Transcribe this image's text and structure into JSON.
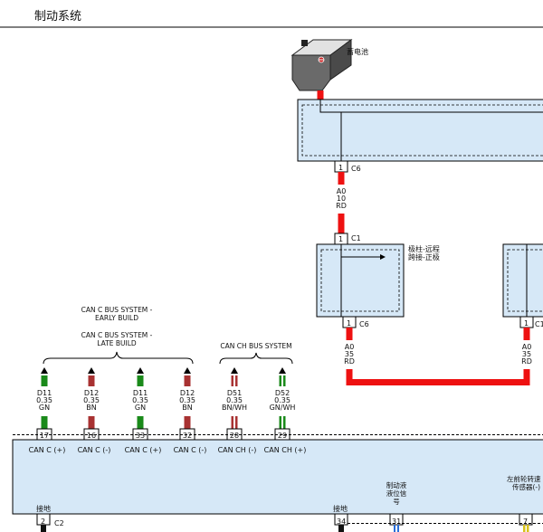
{
  "header": {
    "title": "制动系统"
  },
  "battery": {
    "label": "蓄电池"
  },
  "fuse_box": {
    "connector_top": {
      "pin": "1",
      "name": "C6"
    },
    "wire": {
      "circuit": "A0",
      "size": "10",
      "color": "RD"
    }
  },
  "module_a": {
    "connector_in": {
      "pin": "1",
      "name": "C1"
    },
    "label_line1": "极柱-远程",
    "label_line2": "跨接-正极",
    "connector_out": {
      "pin": "1",
      "name": "C6"
    },
    "wire": {
      "circuit": "A0",
      "size": "35",
      "color": "RD"
    }
  },
  "module_b": {
    "connector_out": {
      "pin": "1",
      "name": "C1"
    },
    "wire": {
      "circuit": "A0",
      "size": "35",
      "color": "RD"
    }
  },
  "bus_groups": {
    "can_c_early": {
      "line1": "CAN C BUS SYSTEM -",
      "line2": "EARLY BUILD"
    },
    "can_c_late": {
      "line1": "CAN C BUS SYSTEM -",
      "line2": "LATE BUILD"
    },
    "can_ch": {
      "label": "CAN CH BUS SYSTEM"
    }
  },
  "wires": [
    {
      "circuit": "D11",
      "size": "0.35",
      "color": "GN",
      "pin": "17",
      "signal": "CAN C (+)",
      "hex": "#1a8a1a"
    },
    {
      "circuit": "D12",
      "size": "0.35",
      "color": "BN",
      "pin": "16",
      "signal": "CAN C (-)",
      "hex": "#a83232"
    },
    {
      "circuit": "D11",
      "size": "0.35",
      "color": "GN",
      "pin": "33",
      "signal": "CAN C (+)",
      "hex": "#1a8a1a"
    },
    {
      "circuit": "D12",
      "size": "0.35",
      "color": "BN",
      "pin": "32",
      "signal": "CAN C (-)",
      "hex": "#a83232"
    },
    {
      "circuit": "D51",
      "size": "0.35",
      "color": "BN/WH",
      "pin": "28",
      "signal": "CAN CH (-)",
      "hex": "#a83232"
    },
    {
      "circuit": "D52",
      "size": "0.35",
      "color": "GN/WH",
      "pin": "29",
      "signal": "CAN CH (+)",
      "hex": "#1a8a1a"
    }
  ],
  "main_module": {
    "ground_left": {
      "label": "接地",
      "pin": "2",
      "connector": "C2"
    },
    "ground_mid": {
      "label": "接地",
      "pin": "34"
    },
    "brake_fluid": {
      "line1": "制动液",
      "line2": "液位信",
      "line3": "号",
      "pin": "31"
    },
    "wheel_sensor": {
      "line1": "左前轮转速",
      "line2": "传感器(-)",
      "pin": "7"
    }
  },
  "colors": {
    "power": "#ee1111",
    "module_fill": "#d6e8f7",
    "green": "#1a8a1a",
    "brown": "#a83232"
  }
}
